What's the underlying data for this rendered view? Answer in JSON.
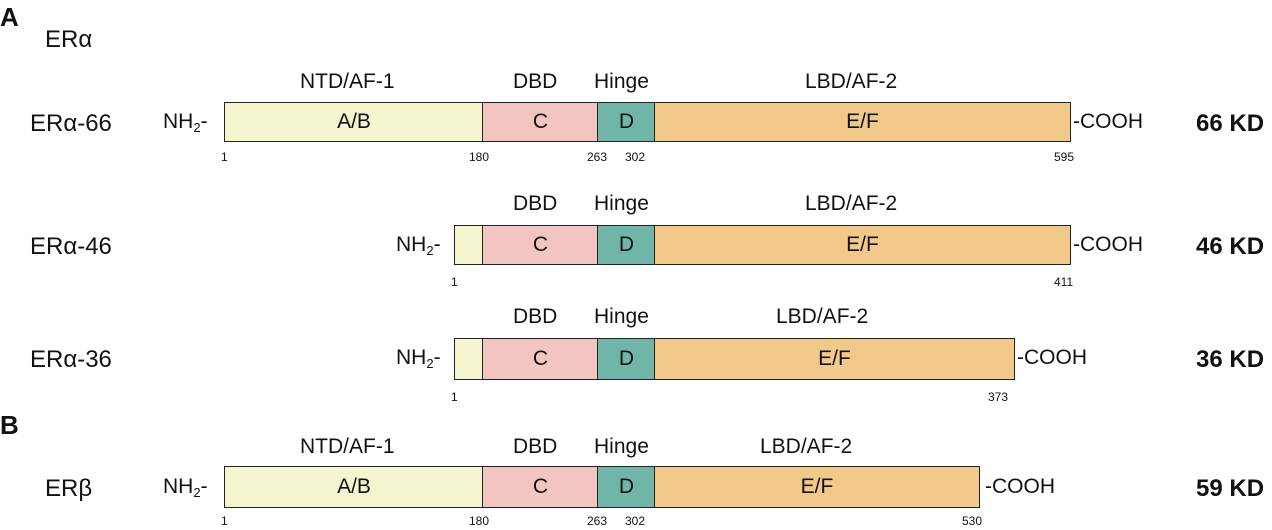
{
  "panels": {
    "a": "A",
    "b": "B"
  },
  "title": "ERα",
  "terminus": {
    "nh2": "NH",
    "nh2_sub": "2",
    "nh2_dash": "-",
    "cooh": "-COOH"
  },
  "rows": [
    {
      "label": "ERα-66",
      "size": "66 KD",
      "headers": {
        "ntd": "NTD/AF-1",
        "dbd": "DBD",
        "hinge": "Hinge",
        "lbd": "LBD/AF-2"
      },
      "segments": {
        "ab": "A/B",
        "c": "C",
        "d": "D",
        "ef": "E/F"
      },
      "positions": [
        "1",
        "180",
        "263",
        "302",
        "595"
      ]
    },
    {
      "label": "ERα-46",
      "size": "46 KD",
      "headers": {
        "dbd": "DBD",
        "hinge": "Hinge",
        "lbd": "LBD/AF-2"
      },
      "segments": {
        "c": "C",
        "d": "D",
        "ef": "E/F"
      },
      "positions": [
        "1",
        "411"
      ]
    },
    {
      "label": "ERα-36",
      "size": "36 KD",
      "headers": {
        "dbd": "DBD",
        "hinge": "Hinge",
        "lbd": "LBD/AF-2"
      },
      "segments": {
        "c": "C",
        "d": "D",
        "ef": "E/F"
      },
      "positions": [
        "1",
        "373"
      ]
    },
    {
      "label": "ERβ",
      "size": "59 KD",
      "headers": {
        "ntd": "NTD/AF-1",
        "dbd": "DBD",
        "hinge": "Hinge",
        "lbd": "LBD/AF-2"
      },
      "segments": {
        "ab": "A/B",
        "c": "C",
        "d": "D",
        "ef": "E/F"
      },
      "positions": [
        "1",
        "180",
        "263",
        "302",
        "530"
      ]
    }
  ]
}
